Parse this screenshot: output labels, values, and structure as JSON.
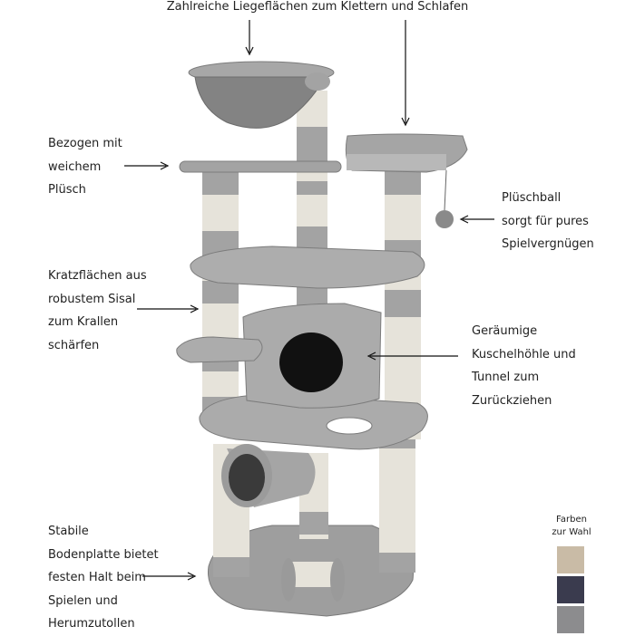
{
  "captions": {
    "top": "Zahlreiche Liegeflächen zum Klettern und Schlafen",
    "plush": [
      "Bezogen mit",
      "weichem",
      "Plüsch"
    ],
    "ball": [
      "Plüschball",
      "sorgt für pures",
      "Spielvergnügen"
    ],
    "sisal": [
      "Kratzflächen aus",
      "robustem Sisal",
      "zum Krallen",
      "schärfen"
    ],
    "cave": [
      "Geräumige",
      "Kuschelhöhle und",
      "Tunnel zum",
      "Zurückziehen"
    ],
    "base": [
      "Stabile",
      "Bodenplatte bietet",
      "festen Halt beim",
      "Spielen und",
      "Herumzutollen"
    ]
  },
  "colors_box": {
    "title": [
      "Farben",
      "zur Wahl"
    ],
    "swatches": [
      "#c9bba6",
      "#3a3b4e",
      "#8c8c8e"
    ]
  },
  "product": {
    "plush_color": "#a7a7a7",
    "plush_dark": "#7d7d7d",
    "sisal_color": "#e8e6df",
    "arrow_color": "#111111"
  }
}
